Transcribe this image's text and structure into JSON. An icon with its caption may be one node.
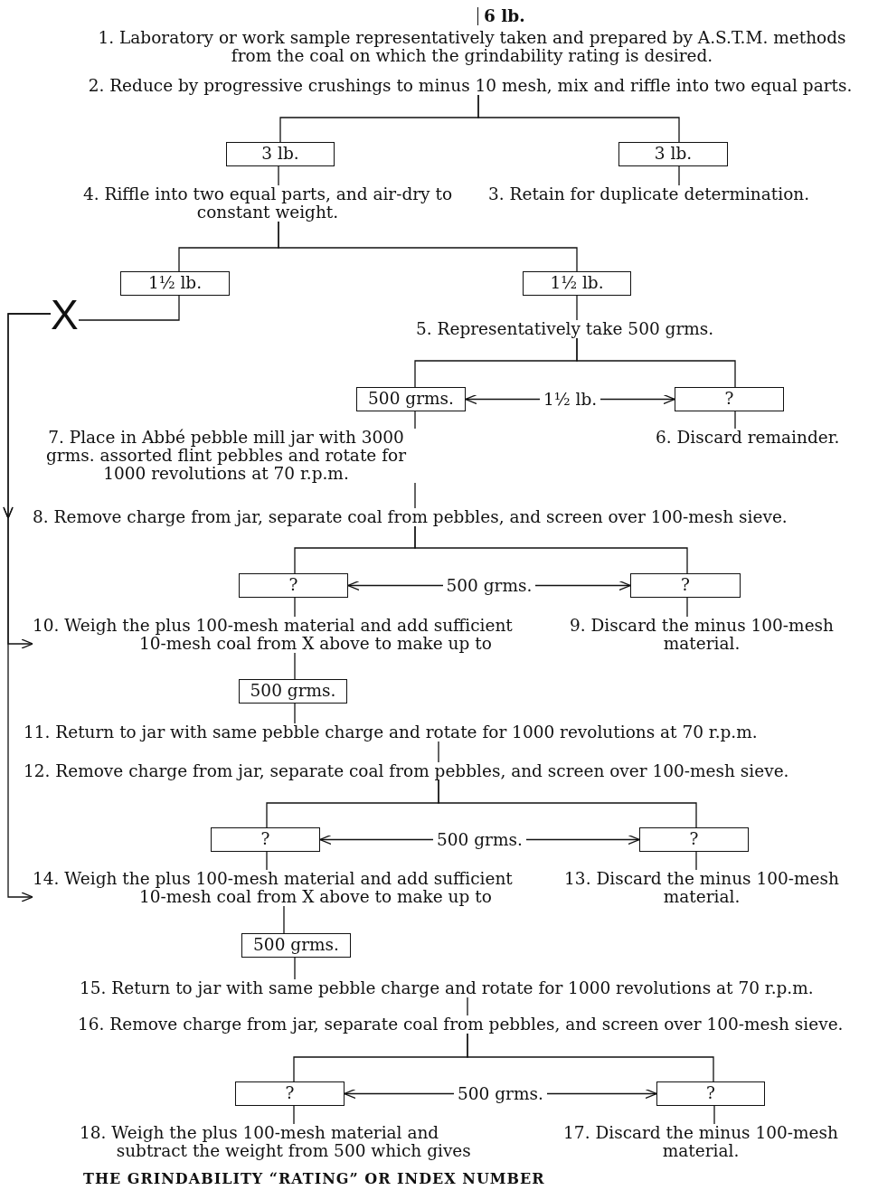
{
  "diagram": {
    "caption": "THE GRINDABILITY “RATING” OR INDEX NUMBER",
    "nodes": [
      {
        "text": [
          "6 lb."
        ]
      },
      {
        "text": [
          "1. Laboratory or work sample representatively taken and prepared by A.S.T.M. methods from the coal on which the grindability rating is desired."
        ]
      },
      {
        "text": [
          "2. Reduce by progressive crushings to minus 10 mesh, mix and riffle into two equal parts."
        ]
      },
      {
        "text": [
          "3 lb."
        ]
      },
      {
        "text": [
          "3 lb."
        ]
      },
      {
        "text": [
          "4. Riffle into two equal parts, and air-dry to constant weight."
        ]
      },
      {
        "text": [
          "3. Retain for duplicate determination."
        ]
      },
      {
        "text": [
          "1½ lb."
        ]
      },
      {
        "text": [
          "1½ lb."
        ]
      },
      {
        "text": [
          "X"
        ]
      },
      {
        "text": [
          "5. Representatively take 500 grms."
        ]
      },
      {
        "text": [
          "500 grms."
        ]
      },
      {
        "text": [
          "?"
        ]
      },
      {
        "text": [
          "7. Place in Abbé pebble mill jar with 3000 grms. assorted flint pebbles and rotate for 1000 revolutions at 70 r.p.m."
        ]
      },
      {
        "text": [
          "6. Discard remainder."
        ]
      },
      {
        "text": [
          "8. Remove charge from jar, separate coal from pebbles, and screen over 100-mesh sieve."
        ]
      },
      {
        "text": [
          "?"
        ]
      },
      {
        "text": [
          "?"
        ]
      },
      {
        "text": [
          "10. Weigh the plus 100-mesh material and add sufficient 10-mesh coal from X above to make up to"
        ]
      },
      {
        "text": [
          "9. Discard the minus 100-mesh material."
        ]
      },
      {
        "text": [
          "500 grms."
        ]
      },
      {
        "text": [
          "11. Return to jar with same pebble charge and rotate for 1000 revolutions at 70 r.p.m."
        ]
      },
      {
        "text": [
          "12. Remove charge from jar, separate coal from pebbles, and screen over 100-mesh sieve."
        ]
      },
      {
        "text": [
          "?"
        ]
      },
      {
        "text": [
          "?"
        ]
      },
      {
        "text": [
          "14. Weigh the plus 100-mesh material and add sufficient 10-mesh coal from X above to make up to"
        ]
      },
      {
        "text": [
          "13. Discard the minus 100-mesh material."
        ]
      },
      {
        "text": [
          "500 grms."
        ]
      },
      {
        "text": [
          "15. Return to jar with same pebble charge and rotate for 1000 revolutions at 70 r.p.m."
        ]
      },
      {
        "text": [
          "16. Remove charge from jar, separate coal from pebbles, and screen over 100-mesh sieve."
        ]
      },
      {
        "text": [
          "?"
        ]
      },
      {
        "text": [
          "?"
        ]
      },
      {
        "text": [
          "18. Weigh the plus 100-mesh material and subtract the weight from 500 which gives"
        ]
      },
      {
        "text": [
          "17. Discard the minus 100-mesh material."
        ]
      }
    ],
    "edges": [
      {
        "from": 2,
        "to": 3,
        "arrow": "none"
      },
      {
        "from": 2,
        "to": 4,
        "arrow": "none"
      },
      {
        "from": 3,
        "to": 5,
        "arrow": "none"
      },
      {
        "from": 4,
        "to": 6,
        "arrow": "none"
      },
      {
        "from": 5,
        "to": 7,
        "arrow": "none"
      },
      {
        "from": 5,
        "to": 8,
        "arrow": "none"
      },
      {
        "from": 7,
        "to": 9,
        "arrow": "none"
      },
      {
        "from": 9,
        "to": 18,
        "arrow": "to"
      },
      {
        "from": 9,
        "to": 25,
        "arrow": "to"
      },
      {
        "from": 8,
        "to": 10,
        "arrow": "none"
      },
      {
        "from": 10,
        "to": 11,
        "arrow": "none"
      },
      {
        "from": 10,
        "to": 12,
        "arrow": "none"
      },
      {
        "from": 11,
        "to": 12,
        "arrow": "both",
        "label": "1½ lb."
      },
      {
        "from": 11,
        "to": 13,
        "arrow": "none"
      },
      {
        "from": 12,
        "to": 14,
        "arrow": "none"
      },
      {
        "from": 13,
        "to": 15,
        "arrow": "none"
      },
      {
        "from": 15,
        "to": 16,
        "arrow": "none"
      },
      {
        "from": 15,
        "to": 17,
        "arrow": "none"
      },
      {
        "from": 16,
        "to": 17,
        "arrow": "both",
        "label": "500 grms."
      },
      {
        "from": 16,
        "to": 18,
        "arrow": "none"
      },
      {
        "from": 17,
        "to": 19,
        "arrow": "none"
      },
      {
        "from": 18,
        "to": 20,
        "arrow": "none"
      },
      {
        "from": 20,
        "to": 21,
        "arrow": "none"
      },
      {
        "from": 21,
        "to": 22,
        "arrow": "none"
      },
      {
        "from": 22,
        "to": 23,
        "arrow": "none"
      },
      {
        "from": 22,
        "to": 24,
        "arrow": "none"
      },
      {
        "from": 23,
        "to": 24,
        "arrow": "both",
        "label": "500 grms."
      },
      {
        "from": 23,
        "to": 25,
        "arrow": "none"
      },
      {
        "from": 24,
        "to": 26,
        "arrow": "none"
      },
      {
        "from": 25,
        "to": 27,
        "arrow": "none"
      },
      {
        "from": 27,
        "to": 28,
        "arrow": "none"
      },
      {
        "from": 28,
        "to": 29,
        "arrow": "none"
      },
      {
        "from": 29,
        "to": 30,
        "arrow": "none"
      },
      {
        "from": 29,
        "to": 31,
        "arrow": "none"
      },
      {
        "from": 30,
        "to": 31,
        "arrow": "both",
        "label": "500 grms."
      },
      {
        "from": 30,
        "to": 32,
        "arrow": "none"
      },
      {
        "from": 31,
        "to": 33,
        "arrow": "none"
      }
    ]
  }
}
